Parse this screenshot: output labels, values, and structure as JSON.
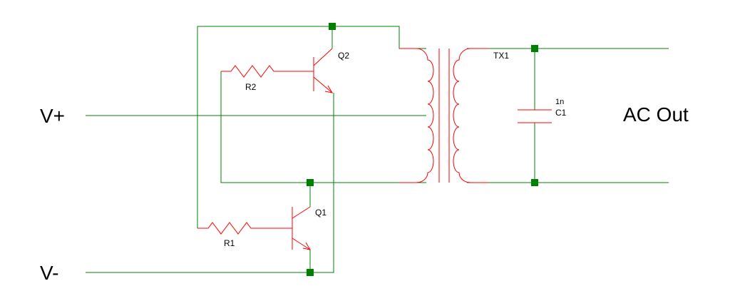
{
  "labels": {
    "vplus": "V+",
    "vminus": "V-",
    "ac_out": "AC Out",
    "q1": "Q1",
    "q2": "Q2",
    "r1": "R1",
    "r2": "R2",
    "tx1": "TX1",
    "c1": "C1",
    "c1_value": "1n"
  },
  "colors": {
    "wire": "#008000",
    "component": "#ff0000",
    "junction": "#008000",
    "text": "#000000"
  }
}
